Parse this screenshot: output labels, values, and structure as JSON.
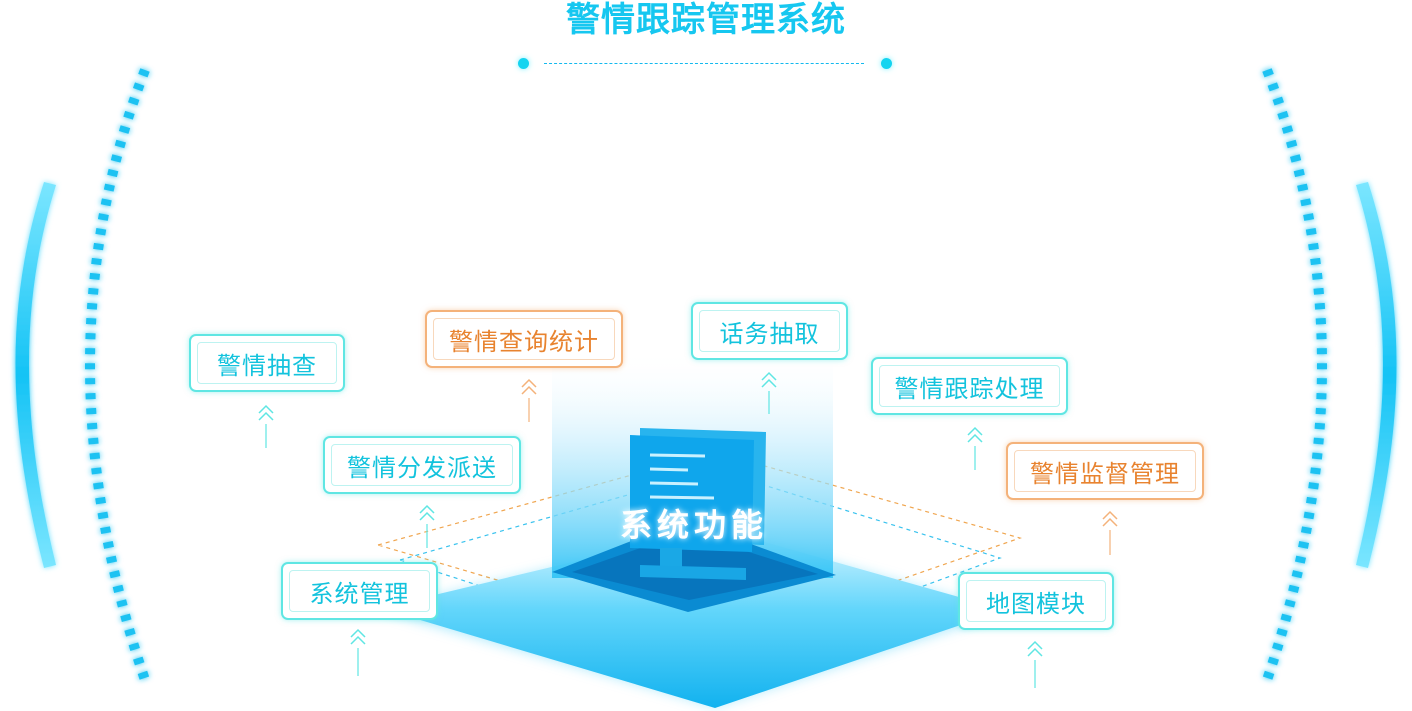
{
  "page": {
    "title": "警情跟踪管理系统",
    "intro_text": ""
  },
  "center": {
    "label": "系统功能"
  },
  "modules": [
    {
      "label": "警情抽查",
      "color": "cyan"
    },
    {
      "label": "警情查询统计",
      "color": "orange"
    },
    {
      "label": "话务抽取",
      "color": "cyan"
    },
    {
      "label": "警情跟踪处理",
      "color": "cyan"
    },
    {
      "label": "警情分发派送",
      "color": "cyan"
    },
    {
      "label": "警情监督管理",
      "color": "orange"
    },
    {
      "label": "系统管理",
      "color": "cyan"
    },
    {
      "label": "地图模块",
      "color": "cyan"
    }
  ],
  "colors": {
    "title": "#16c7f0",
    "cyan_border": "#5fe6e3",
    "cyan_text": "#13c3dd",
    "orange_border": "#f4b27a",
    "orange_text": "#e8832f",
    "platform": "#14b9ee",
    "frame": "#1ec2f2"
  }
}
